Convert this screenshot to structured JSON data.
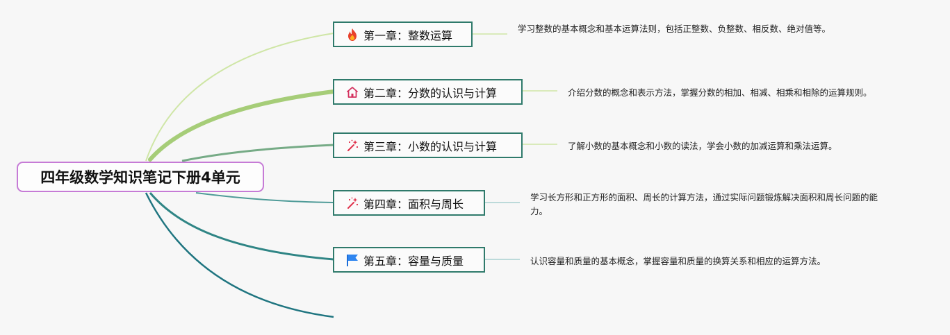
{
  "root": {
    "title": "四年级数学知识笔记下册4单元"
  },
  "chapters": [
    {
      "label": "第一章：整数运算",
      "icon": "fire-icon",
      "description": "学习整数的基本概念和基本运算法则，包括正整数、负整数、相反数、绝对值等。"
    },
    {
      "label": "第二章：分数的认识与计算",
      "icon": "house-icon",
      "description": "介绍分数的概念和表示方法，掌握分数的相加、相减、相乘和相除的运算规则。"
    },
    {
      "label": "第三章：小数的认识与计算",
      "icon": "magic-wand-icon",
      "description": "了解小数的基本概念和小数的读法，学会小数的加减运算和乘法运算。"
    },
    {
      "label": "第四章：面积与周长",
      "icon": "magic-wand-icon",
      "description": "学习长方形和正方形的面积、周长的计算方法，通过实际问题锻炼解决面积和周长问题的能力。"
    },
    {
      "label": "第五章：容量与质量",
      "icon": "blue-flag-icon",
      "description": "认识容量和质量的基本概念，掌握容量和质量的换算关系和相应的运算方法。"
    }
  ],
  "colors": {
    "root_border": "#c67bd6",
    "chapter_border": "#2f7a6b",
    "branch_colors": [
      "#cfe6a6",
      "#a6cd78",
      "#76ab86",
      "#4f9b98",
      "#2f8585",
      "#1f7580"
    ]
  }
}
